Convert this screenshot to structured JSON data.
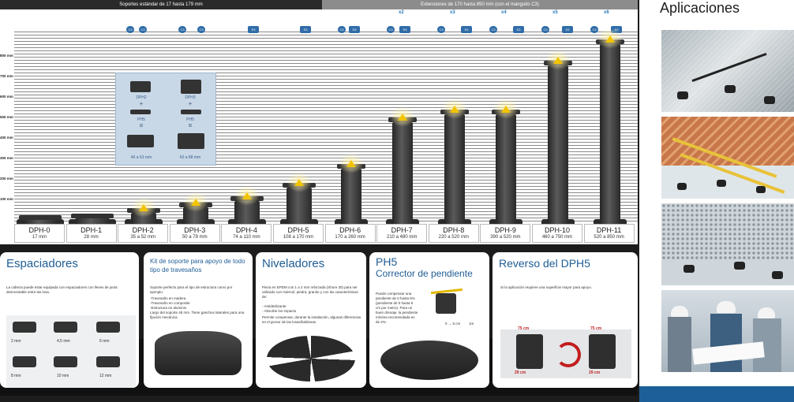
{
  "chart": {
    "banner_left": "Soportes estándar de 17 hasta 179 mm",
    "banner_right": "Extensiones de 170 hasta 850 mm (con el manguito C3)",
    "y_labels": [
      "800 mm",
      "700 mm",
      "600 mm",
      "500 mm",
      "400 mm",
      "300 mm",
      "200 mm",
      "100 mm"
    ],
    "multipliers": [
      "x2",
      "x3",
      "x4",
      "x5",
      "x6"
    ],
    "mini_icons": [
      "C3",
      "C3",
      "C3",
      "C3",
      "S3",
      "S3"
    ],
    "products": [
      {
        "name": "DPH-0",
        "range": "17 mm",
        "height_mm": 17
      },
      {
        "name": "DPH-1",
        "range": "28 mm",
        "height_mm": 28
      },
      {
        "name": "DPH-2",
        "range": "35 a 52 mm",
        "height_mm": 52
      },
      {
        "name": "DPH-3",
        "range": "50 a 78 mm",
        "height_mm": 78
      },
      {
        "name": "DPH-4",
        "range": "74 a 110 mm",
        "height_mm": 110
      },
      {
        "name": "DPH-5",
        "range": "108 a 170 mm",
        "height_mm": 170
      },
      {
        "name": "DPH-6",
        "range": "170 a 260 mm",
        "height_mm": 260
      },
      {
        "name": "DPH-7",
        "range": "210 a 480 mm",
        "height_mm": 480
      },
      {
        "name": "DPH-8",
        "range": "220 a 520 mm",
        "height_mm": 520
      },
      {
        "name": "DPH-9",
        "range": "390 a 520 mm",
        "height_mm": 520
      },
      {
        "name": "DPH-10",
        "range": "460 a 750 mm",
        "height_mm": 750
      },
      {
        "name": "DPH-11",
        "range": "520 a 850 mm",
        "height_mm": 850
      }
    ],
    "inset": {
      "left_label_top": "DPH2",
      "left_label_mid": "PH5",
      "left_caption": "46 a 63 mm",
      "right_label_top": "DPH3",
      "right_label_mid": "PH5",
      "right_caption": "60 a 88 mm"
    }
  },
  "sidebar": {
    "title": "Aplicaciones"
  },
  "panels": {
    "espaciadores": {
      "title": "Espaciadores",
      "body": "La cabeza puede estar equipada con espaciadores con lleves de junta desmontable entre las losa.",
      "sizes": [
        "2 mm",
        "4,5 mm",
        "6 mm",
        "8 mm",
        "10 mm",
        "12 mm"
      ]
    },
    "kit": {
      "title": "Kit de soporte para apoyo de todo tipo de travesaños",
      "body": "Soporte perfecto para el tipo de estructura como por ejemplo:",
      "items": [
        "-Travesaño en madera",
        "-Travesaño en composite",
        "-Estructura en aluminio"
      ],
      "body2": "Largo del soporte 45 mm. Tiene ganchos laterales para una fijación mecánica."
    },
    "niveladores": {
      "title": "Niveladores",
      "body": "Pieza en EPDM con 1 a 2 mm reforzada (Shore 30) para ser utilizado con mármol, piedra, granito y con las características de:",
      "items": [
        "- Antideslizante",
        "- Absorbe los impacto"
      ],
      "body2": "Permite compensar, durante la instalación, algunas diferencias en el grosor de las losas/baldosas."
    },
    "ph5": {
      "title": "PH5",
      "subtitle": "Corrector de pendiente",
      "body": "Puede compensar una pendiente de 0 hasta 5% (pendiente de 0 hasta 5 cm por metro). Para un buen drenaje, la pendiente mínima recomendada es de 2%.",
      "measure": "0 → 5 cm",
      "measure2": "1m"
    },
    "reverso": {
      "title": "Reverso del DPH5",
      "body": "Si la aplicación requiere una superficie mayor para apoyo.",
      "top_tag_left": "75 cm",
      "top_tag_right": "75 cm",
      "bottom_tag_left": "29 cm",
      "bottom_tag_right": "29 cm"
    }
  }
}
